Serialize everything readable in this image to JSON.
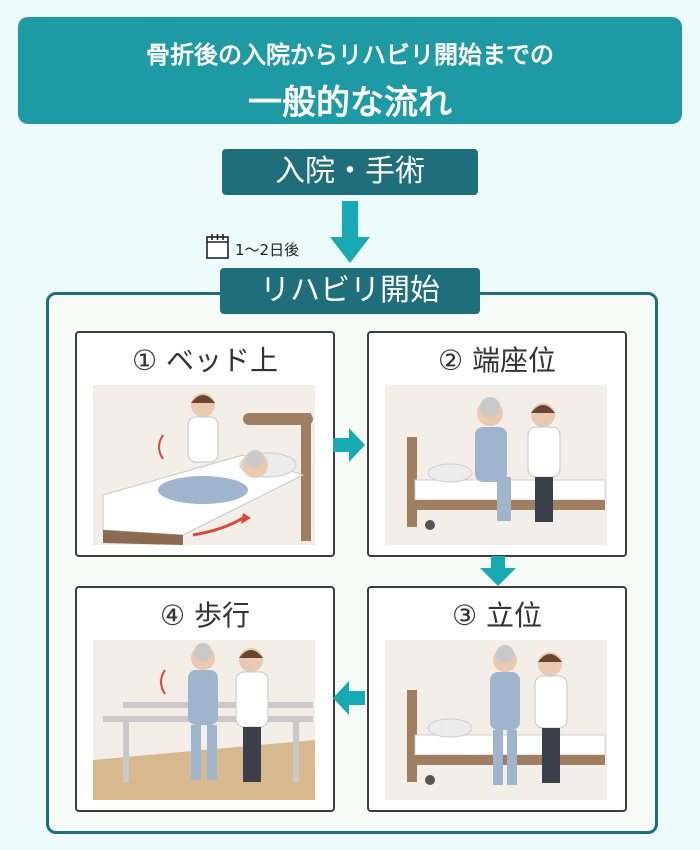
{
  "title": {
    "line1": "骨折後の入院からリハビリ開始までの",
    "line2": "一般的な流れ"
  },
  "stage1": "入院・手術",
  "interval_note": "1～2日後",
  "stage2": "リハビリ開始",
  "steps": [
    {
      "label": "① ベッド上"
    },
    {
      "label": "② 端座位"
    },
    {
      "label": "③ 立位"
    },
    {
      "label": "④ 歩行"
    }
  ],
  "colors": {
    "header_teal": "#1d9aa4",
    "box_dark_teal": "#1e6e7c",
    "arrow_teal": "#17aab3",
    "motion_red": "#d9483b"
  }
}
